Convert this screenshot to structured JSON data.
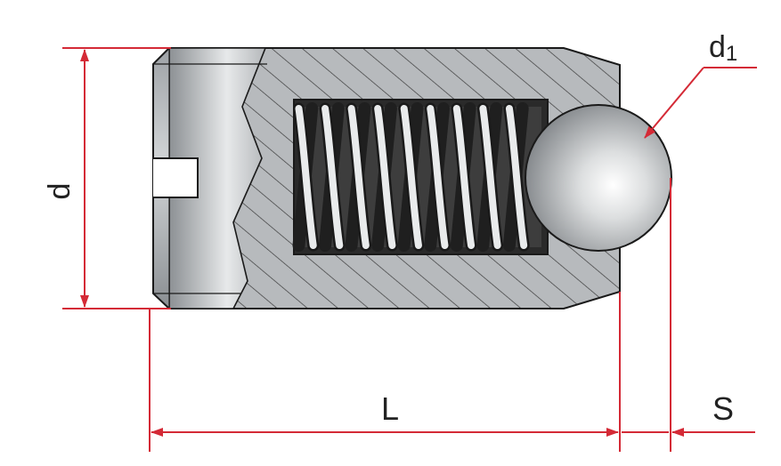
{
  "labels": {
    "diameter": "d",
    "ball_diameter_main": "d",
    "ball_diameter_sub": "1",
    "length": "L",
    "stroke": "S"
  },
  "colors": {
    "dimension": "#d42a36",
    "outline": "#1a1a1a",
    "body_light": "#b9bcbf",
    "body_dark": "#8e9296",
    "bore": "#2a2a2a",
    "hatch": "#3a3a3a",
    "ball_light": "#f4f4f4",
    "ball_dark": "#7f8387"
  },
  "icons": {
    "ball": "steel-ball",
    "spring": "compression-spring",
    "arrow": "dimension-arrow"
  }
}
